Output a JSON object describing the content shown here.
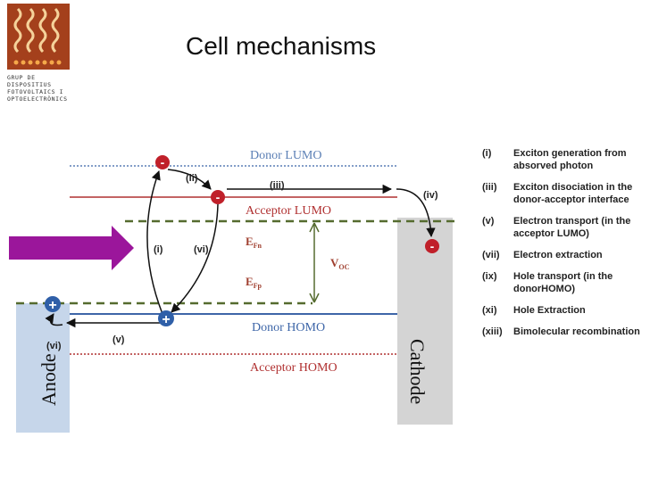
{
  "header": {
    "title": "Cell mechanisms",
    "logo_lines": [
      "GRUP DE DISPOSITIUS",
      "FOTOVOLTAICS I",
      "OPTOELECTRÒNICS"
    ]
  },
  "diagram": {
    "levels": {
      "donor_lumo": "Donor LUMO",
      "acceptor_lumo": "Acceptor LUMO",
      "donor_homo": "Donor HOMO",
      "acceptor_homo": "Acceptor HOMO"
    },
    "fermi": {
      "efn_main": "E",
      "efn_sub": "Fn",
      "efp_main": "E",
      "efp_sub": "Fp",
      "voc_main": "V",
      "voc_sub": "OC"
    },
    "electrodes": {
      "anode": "Anode",
      "cathode": "Cathode"
    },
    "mechanism_labels": {
      "i": "(i)",
      "ii": "(ii)",
      "iii": "(iii)",
      "iv": "(iv)",
      "v": "(v)",
      "vi_center": "(vi)",
      "vi_anode": "(vi)"
    },
    "charges": {
      "electron": "-",
      "hole": "+"
    },
    "colors": {
      "donor_lumo": "#5b7fb5",
      "acceptor": "#b03030",
      "donor_homo": "#3e66a8",
      "fermi": "#556b2f",
      "light_arrow": "#9b169b",
      "electrode": "#c6d6ea",
      "cathode": "#d4d4d4",
      "electron": "#c0202a",
      "hole": "#2f5fa8"
    }
  },
  "legend": [
    {
      "num": "(i)",
      "text": "Exciton generation from absorved photon"
    },
    {
      "num": "(iii)",
      "text": "Exciton disociation in the donor-acceptor interface"
    },
    {
      "num": "(v)",
      "text": "Electron transport (in the acceptor LUMO)"
    },
    {
      "num": "(vii)",
      "text": "Electron extraction"
    },
    {
      "num": "(ix)",
      "text": "Hole transport (in the donorHOMO)"
    },
    {
      "num": "(xi)",
      "text": "Hole Extraction"
    },
    {
      "num": "(xiii)",
      "text": "Bimolecular recombination"
    }
  ]
}
